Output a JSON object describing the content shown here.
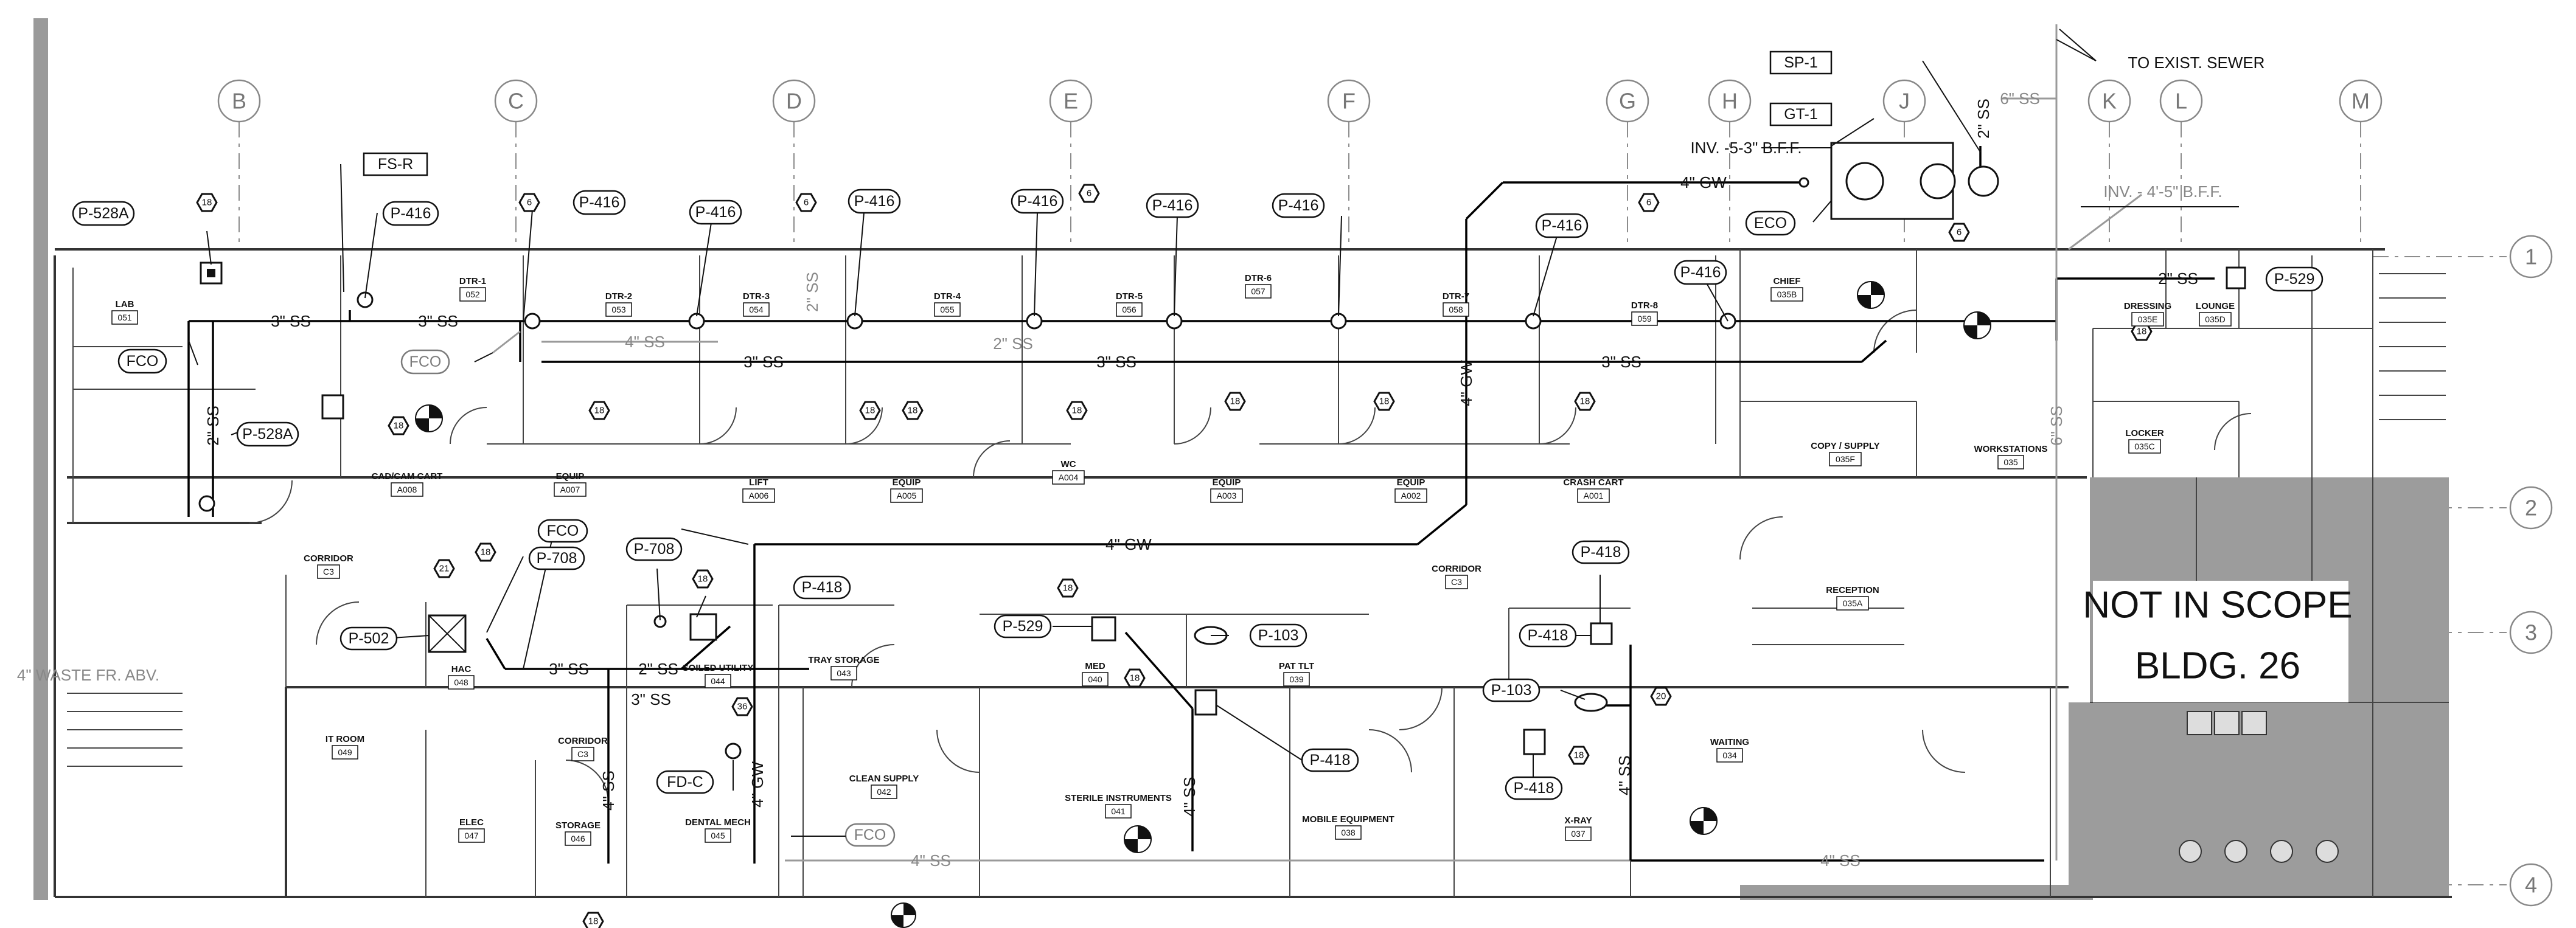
{
  "grid": {
    "columns": [
      "B",
      "C",
      "D",
      "E",
      "F",
      "G",
      "H",
      "J",
      "K",
      "L",
      "M"
    ],
    "rows": [
      "1",
      "2",
      "3",
      "4"
    ]
  },
  "rooms": [
    {
      "name": "LAB",
      "number": "051"
    },
    {
      "name": "DTR-1",
      "number": "052"
    },
    {
      "name": "DTR-2",
      "number": "053"
    },
    {
      "name": "DTR-3",
      "number": "054"
    },
    {
      "name": "DTR-4",
      "number": "055"
    },
    {
      "name": "DTR-5",
      "number": "056"
    },
    {
      "name": "DTR-6",
      "number": "057"
    },
    {
      "name": "DTR-7",
      "number": "058"
    },
    {
      "name": "DTR-8",
      "number": "059"
    },
    {
      "name": "CHIEF",
      "number": "035B"
    },
    {
      "name": "DRESSING",
      "number": "035E"
    },
    {
      "name": "LOUNGE",
      "number": "035D"
    },
    {
      "name": "LOCKER",
      "number": "035C"
    },
    {
      "name": "WORKSTATIONS",
      "number": "035"
    },
    {
      "name": "COPY / SUPPLY",
      "number": "035F"
    },
    {
      "name": "CAD/CAM CART",
      "number": "A008"
    },
    {
      "name": "EQUIP",
      "number": "A007"
    },
    {
      "name": "LIFT",
      "number": "A006"
    },
    {
      "name": "EQUIP",
      "number": "A005"
    },
    {
      "name": "WC",
      "number": "A004"
    },
    {
      "name": "EQUIP",
      "number": "A003"
    },
    {
      "name": "EQUIP",
      "number": "A002"
    },
    {
      "name": "CRASH CART",
      "number": "A001"
    },
    {
      "name": "CORRIDOR",
      "number": "C3"
    },
    {
      "name": "CORRIDOR",
      "number": "C3"
    },
    {
      "name": "CORRIDOR",
      "number": "C3"
    },
    {
      "name": "RECEPTION",
      "number": "035A"
    },
    {
      "name": "HAC",
      "number": "048"
    },
    {
      "name": "SOILED UTILITY",
      "number": "044"
    },
    {
      "name": "TRAY STORAGE",
      "number": "043"
    },
    {
      "name": "MED",
      "number": "040"
    },
    {
      "name": "PAT TLT",
      "number": "039"
    },
    {
      "name": "IT ROOM",
      "number": "049"
    },
    {
      "name": "CLEAN SUPPLY",
      "number": "042"
    },
    {
      "name": "STERILE INSTRUMENTS",
      "number": "041"
    },
    {
      "name": "MOBILE EQUIPMENT",
      "number": "038"
    },
    {
      "name": "X-RAY",
      "number": "037"
    },
    {
      "name": "WAITING",
      "number": "034"
    },
    {
      "name": "ELEC",
      "number": "047"
    },
    {
      "name": "STORAGE",
      "number": "046"
    },
    {
      "name": "DENTAL MECH",
      "number": "045"
    }
  ],
  "callouts": [
    "P-528A",
    "FS-R",
    "P-416",
    "P-416",
    "P-416",
    "P-416",
    "P-416",
    "P-416",
    "P-416",
    "P-416",
    "P-416",
    "P-528A",
    "FCO",
    "SP-1",
    "GT-1",
    "ECO",
    "P-529",
    "FCO",
    "FCO",
    "P-708",
    "P-708",
    "P-502",
    "P-418",
    "P-529",
    "P-103",
    "P-418",
    "P-418",
    "P-103",
    "P-418",
    "P-418",
    "FD-C",
    "FCO"
  ],
  "hex_tags": [
    "18",
    "6",
    "6",
    "6",
    "6",
    "18",
    "18",
    "18",
    "18",
    "18",
    "18",
    "18",
    "18",
    "18",
    "21",
    "18",
    "18",
    "36",
    "18",
    "18",
    "20",
    "18",
    "6",
    "18"
  ],
  "pipe_labels": [
    "3\" SS",
    "3\" SS",
    "2\" SS",
    "4\" SS",
    "3\" SS",
    "3\" SS",
    "3\" SS",
    "4\" GW",
    "4\" GW",
    "4\" GW",
    "2\" SS",
    "6\" SS",
    "6\" SS",
    "2\" SS",
    "3\" SS",
    "2\" SS",
    "3\" SS",
    "4\" SS",
    "4\" GW",
    "4\" SS",
    "4\" SS",
    "4\" SS",
    "2\" SS",
    "4\" SS",
    "2\" SS"
  ],
  "notes": {
    "to_exist_sewer": "TO EXIST. SEWER",
    "inv_left": "INV. -5-3\" B.F.F.",
    "inv_right": "INV. - 4'-5\" B.F.F.",
    "waste_from_above": "4\" WASTE FR. ABV.",
    "not_in_scope_line1": "NOT IN SCOPE",
    "not_in_scope_line2": "BLDG. 26"
  },
  "colors": {
    "linework": "#111111",
    "grid": "#8c8c8c",
    "existing": "#999999",
    "not_in_scope_fill": "#9c9c9c",
    "background": "#ffffff"
  }
}
